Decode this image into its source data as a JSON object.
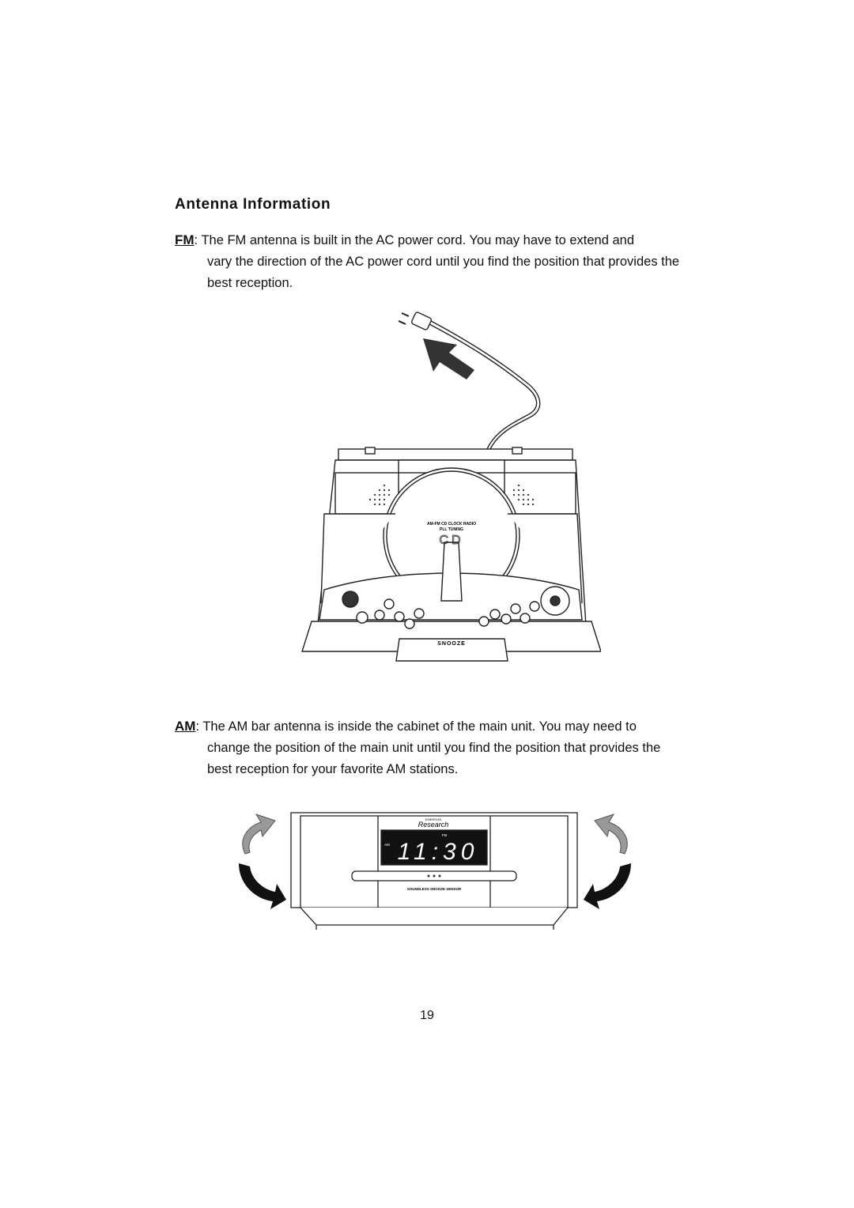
{
  "section": {
    "title": "Antenna Information"
  },
  "fm": {
    "label": "FM",
    "sep": ":",
    "line1": "The FM antenna is built in the AC power cord. You may have to extend and",
    "rest": "vary the direction of the AC power cord until you find the position that provides the best reception."
  },
  "figure_top": {
    "radio_title": "AM-FM CD CLOCK RADIO",
    "radio_sub": "PLL TUNING",
    "cd_logo": "CD",
    "snooze": "SNOOZE"
  },
  "am": {
    "label": "AM",
    "sep": ":",
    "line1": "The AM bar antenna is inside the cabinet of the main unit. You may need to",
    "rest": "change the position of the main unit until you find the position that provides the best reception for your favorite AM stations."
  },
  "figure_bottom": {
    "brand": "Research",
    "brand_small": "EMERSON",
    "time": "11:30",
    "pm": "PM",
    "am_ind": "AM",
    "sensor": "SOUNDLESS SNOOZE SENSOR"
  },
  "page": {
    "number": "19"
  }
}
